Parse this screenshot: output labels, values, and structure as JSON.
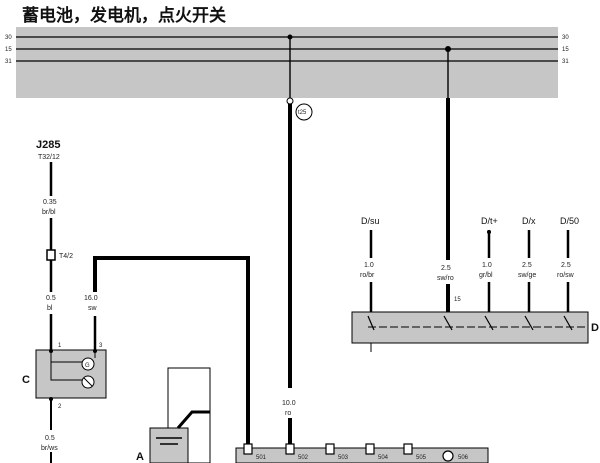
{
  "title": "蓄电池，发电机，点火开关",
  "bus": {
    "rails": [
      "30",
      "15",
      "31"
    ]
  },
  "node_label": "t25",
  "relay": {
    "name": "J285",
    "connector": "T32/12",
    "wire_top": {
      "gauge": "0.35",
      "color": "br/bl"
    },
    "connector2": "T4/2",
    "wire_left": {
      "gauge": "0.5",
      "color": "bl"
    },
    "wire_right": {
      "gauge": "16.0",
      "color": "sw"
    }
  },
  "component_c": {
    "name": "C",
    "pin_top_left": "1",
    "pin_top_right": "3",
    "pin_bottom": "2",
    "wire_bottom": {
      "gauge": "0.5",
      "color": "br/ws"
    }
  },
  "main_wire": {
    "gauge": "10.0",
    "color": "ro"
  },
  "component_a": {
    "name": "A"
  },
  "switch_d": {
    "name": "D",
    "pin_15": "15",
    "terminals": [
      {
        "name": "D/su",
        "gauge": "1.0",
        "color": "ro/br"
      },
      {
        "name": "",
        "gauge": "2.5",
        "color": "sw/ro"
      },
      {
        "name": "D/t+",
        "gauge": "1.0",
        "color": "gr/bl"
      },
      {
        "name": "D/x",
        "gauge": "2.5",
        "color": "sw/ge"
      },
      {
        "name": "D/50",
        "gauge": "2.5",
        "color": "ro/sw"
      }
    ]
  },
  "fuse_labels": [
    "501",
    "502",
    "503",
    "504",
    "505",
    "506"
  ],
  "colors": {
    "bus_fill": "#c6c6c6",
    "wire": "#000000"
  }
}
